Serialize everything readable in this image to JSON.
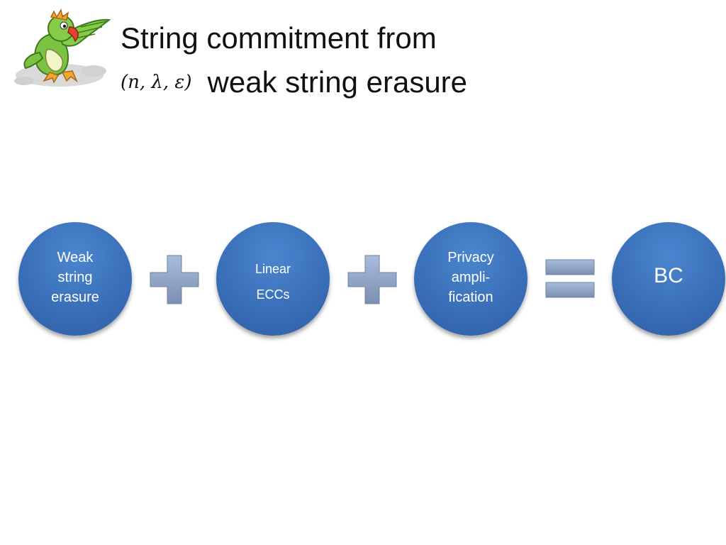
{
  "slide": {
    "title_line1": "String commitment from",
    "title_params": "(n, λ, ε)",
    "title_line2": "weak string erasure"
  },
  "diagram": {
    "nodes": [
      {
        "lines": [
          "Weak",
          "string",
          "erasure"
        ]
      },
      {
        "lines": [
          "Linear",
          "ECCs"
        ]
      },
      {
        "lines": [
          "Privacy",
          "ampli-",
          "fication"
        ]
      },
      {
        "lines": [
          "BC"
        ]
      }
    ],
    "operators": [
      "plus",
      "plus",
      "equals"
    ]
  },
  "colors": {
    "node_fill": "#3a6fb9",
    "node_text": "#ffffff",
    "operator_fill": "#8ea3c7",
    "title_text": "#111111"
  },
  "icons": {
    "logo": "parrot-mascot-icon"
  }
}
